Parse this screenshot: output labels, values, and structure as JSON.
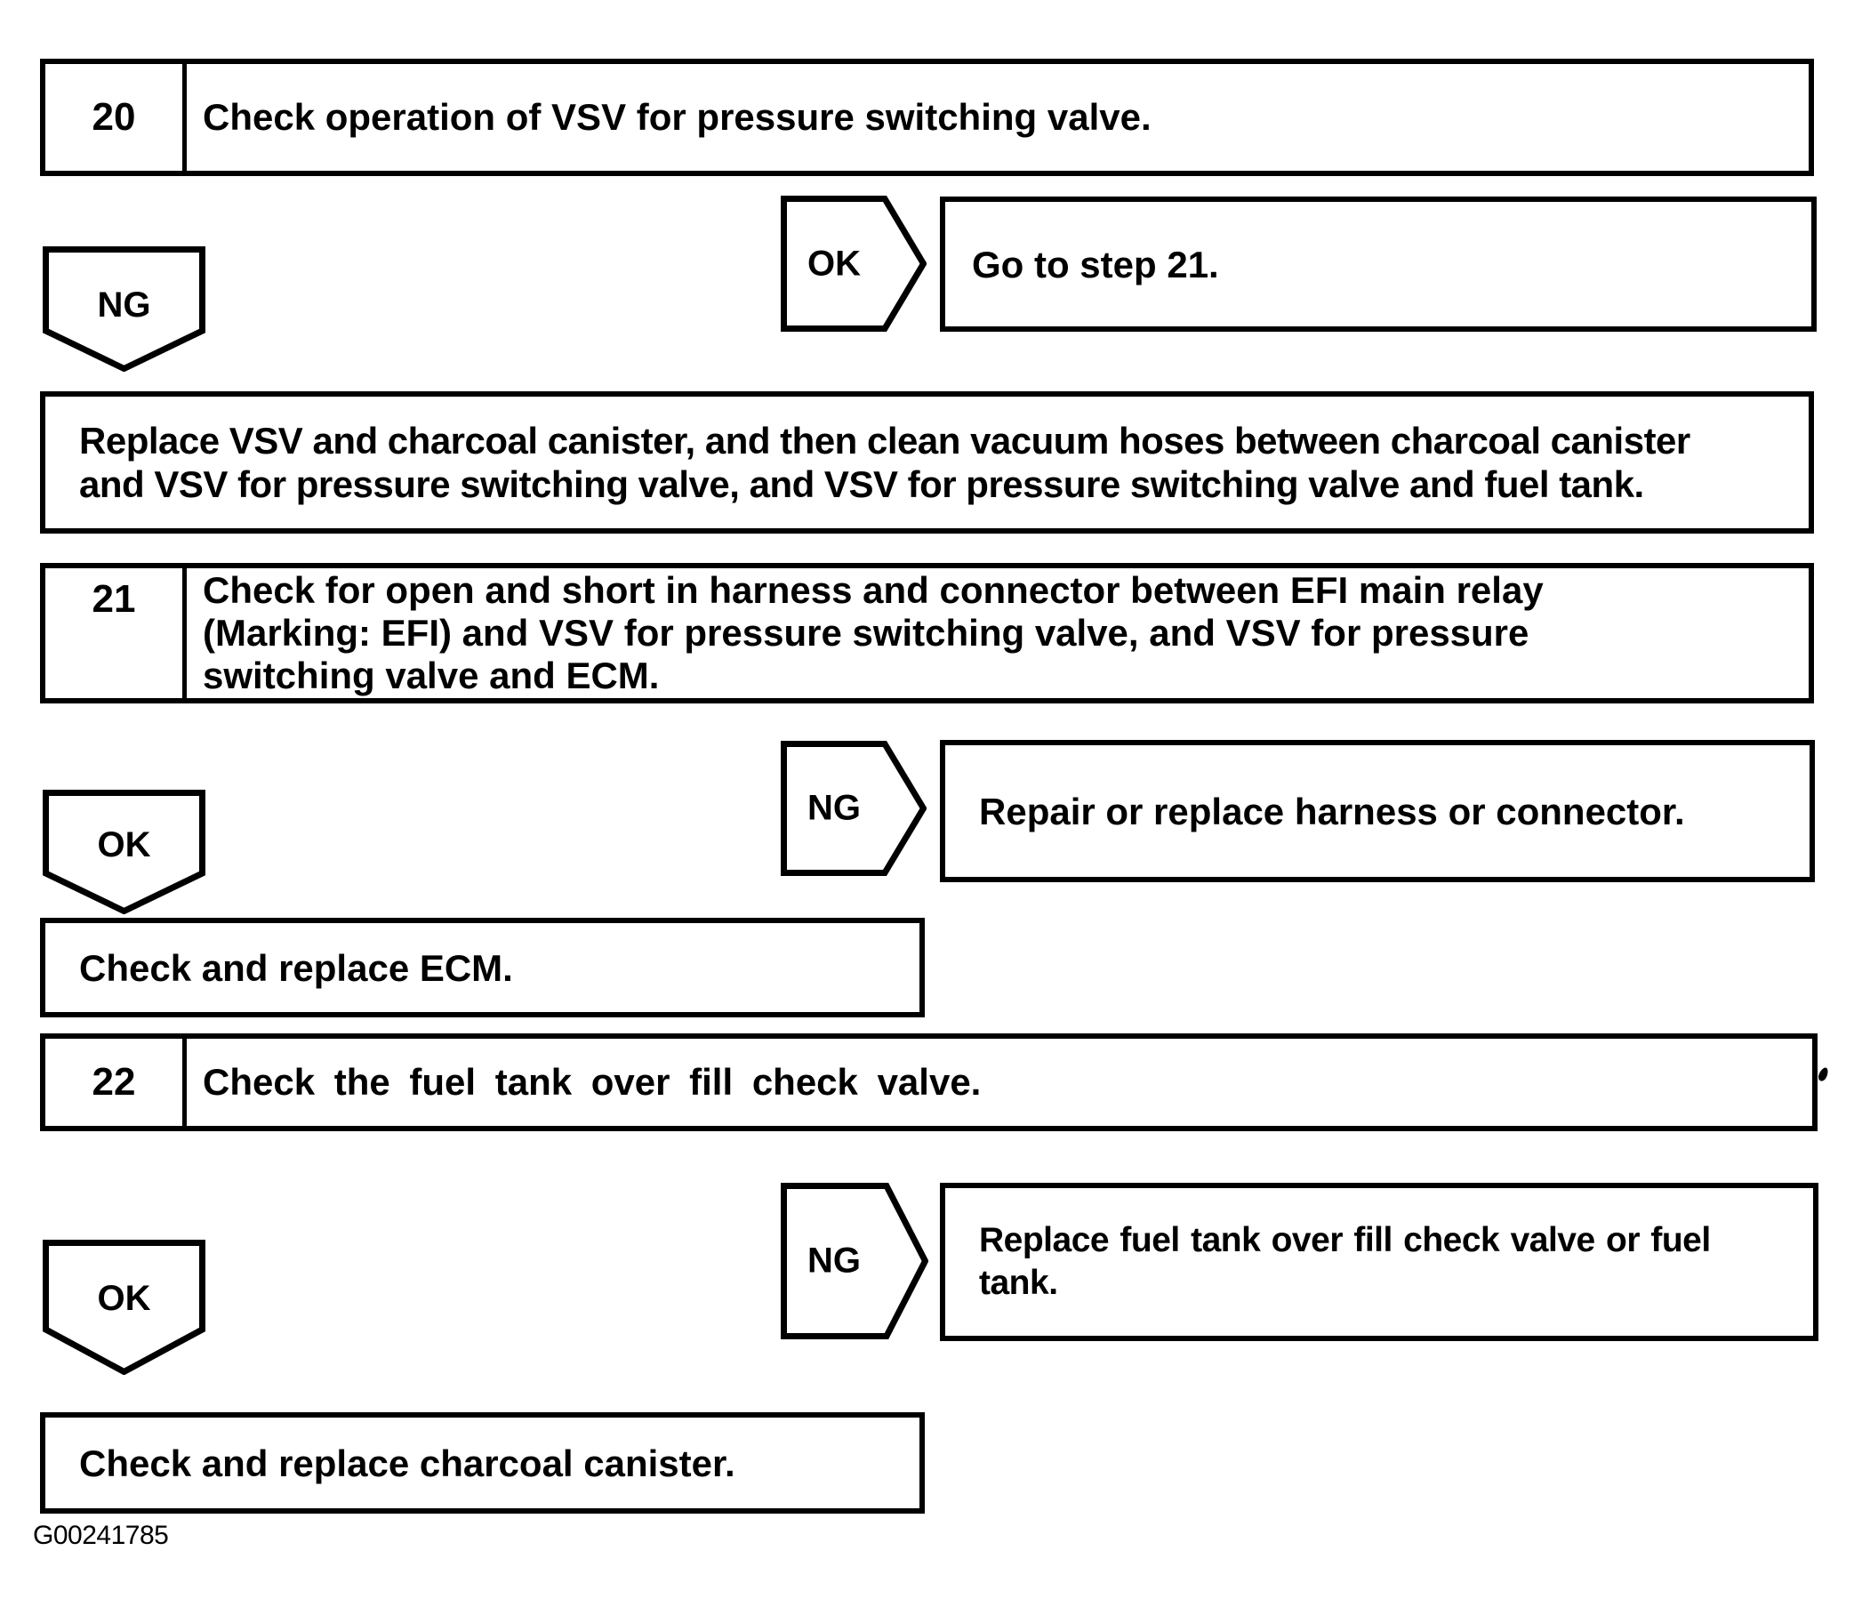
{
  "colors": {
    "ink": "#000000",
    "paper": "#ffffff"
  },
  "labels": {
    "ok": "OK",
    "ng": "NG"
  },
  "steps": {
    "s20": {
      "number": "20",
      "instruction": "Check operation of VSV for pressure switching valve."
    },
    "s21": {
      "number": "21",
      "lines": [
        "Check for open and short in harness and connector between EFI main relay",
        "(Marking: EFI) and VSV for pressure switching valve, and VSV for pressure",
        "switching valve and ECM."
      ]
    },
    "s22": {
      "number": "22",
      "instruction": "Check the fuel tank over fill check valve."
    }
  },
  "results": {
    "goto_step_21": "Go to step 21.",
    "replace_vsv": {
      "lines": [
        "Replace VSV and charcoal canister, and then clean vacuum hoses between charcoal canister",
        "and VSV for pressure switching valve, and VSV for pressure switching valve and fuel tank."
      ]
    },
    "repair_harness": "Repair or replace harness or connector.",
    "check_ecm": "Check and replace ECM.",
    "replace_fuel_tank": {
      "lines": [
        "Replace fuel tank over fill check valve or fuel",
        "tank."
      ]
    },
    "check_canister": "Check and replace charcoal canister."
  },
  "figure": {
    "id": "G00241785"
  }
}
